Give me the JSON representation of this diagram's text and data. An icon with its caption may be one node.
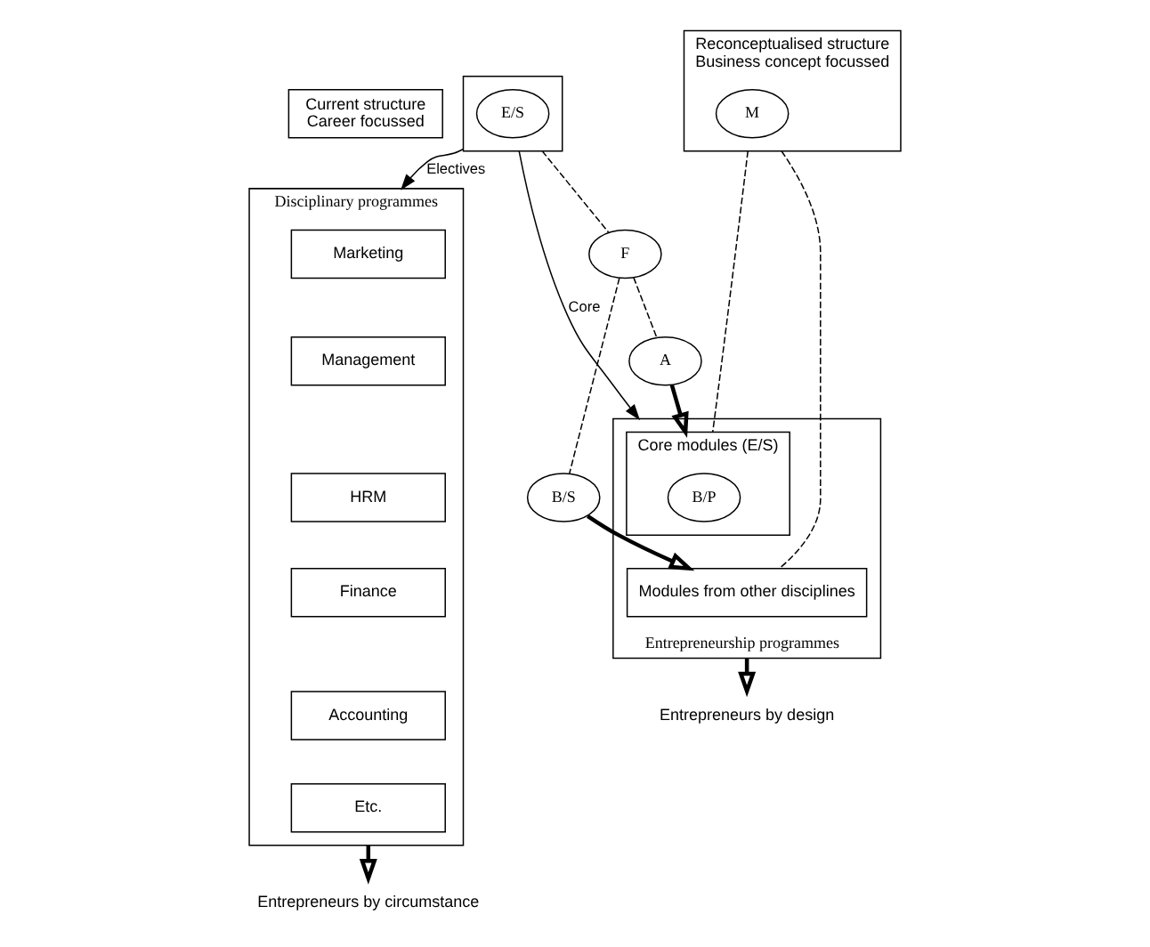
{
  "diagram": {
    "nodes": [
      {
        "text": [
          "Current structure",
          "Career focussed"
        ]
      },
      {
        "text": [
          "Reconceptualised structure",
          "Business concept focussed"
        ]
      },
      {
        "text": [
          "M"
        ],
        "in": 1
      },
      {
        "text": [],
        "shape": "box"
      },
      {
        "text": [
          "E/S"
        ],
        "in": 3
      },
      {
        "text": [
          "F"
        ]
      },
      {
        "text": [
          "Disciplinary programmes"
        ]
      },
      {
        "text": [
          "Marketing"
        ],
        "in": 6
      },
      {
        "text": [
          "Management"
        ],
        "in": 6
      },
      {
        "text": [
          "HRM"
        ],
        "in": 6
      },
      {
        "text": [
          "Finance"
        ],
        "in": 6
      },
      {
        "text": [
          "Accounting"
        ],
        "in": 6
      },
      {
        "text": [
          "Etc."
        ],
        "in": 6
      },
      {
        "text": [
          "Entrepreneurship programmes"
        ]
      },
      {
        "text": [
          "Core modules (E/S)"
        ],
        "in": 13
      },
      {
        "text": [
          "B/P"
        ],
        "in": 14
      },
      {
        "text": [
          "Modules from other disciplines"
        ],
        "in": 13
      },
      {
        "text": [
          "A"
        ]
      },
      {
        "text": [
          "B/S"
        ]
      },
      {
        "text": [
          "Entrepreneurs by circumstance"
        ]
      },
      {
        "text": [
          "Entrepreneurs by design"
        ]
      }
    ],
    "edges": [
      {
        "from": 3,
        "to": 6,
        "arrow": "to",
        "label": "Electives"
      },
      {
        "from": 3,
        "to": 13,
        "arrow": "to",
        "label": "Core"
      },
      {
        "from": 3,
        "to": 5,
        "arrow": "none",
        "style": "dashed"
      },
      {
        "from": 5,
        "to": 17,
        "arrow": "none",
        "style": "dashed"
      },
      {
        "from": 5,
        "to": 18,
        "arrow": "none",
        "style": "dashed"
      },
      {
        "from": 17,
        "to": 14,
        "arrow": "to",
        "style": "thick"
      },
      {
        "from": 18,
        "to": 16,
        "arrow": "to",
        "style": "thick"
      },
      {
        "from": 1,
        "to": 14,
        "arrow": "none",
        "style": "dashed"
      },
      {
        "from": 1,
        "to": 16,
        "arrow": "none",
        "style": "dashed"
      },
      {
        "from": 6,
        "to": 19,
        "arrow": "to",
        "style": "thick"
      },
      {
        "from": 13,
        "to": 20,
        "arrow": "to",
        "style": "thick"
      }
    ]
  }
}
